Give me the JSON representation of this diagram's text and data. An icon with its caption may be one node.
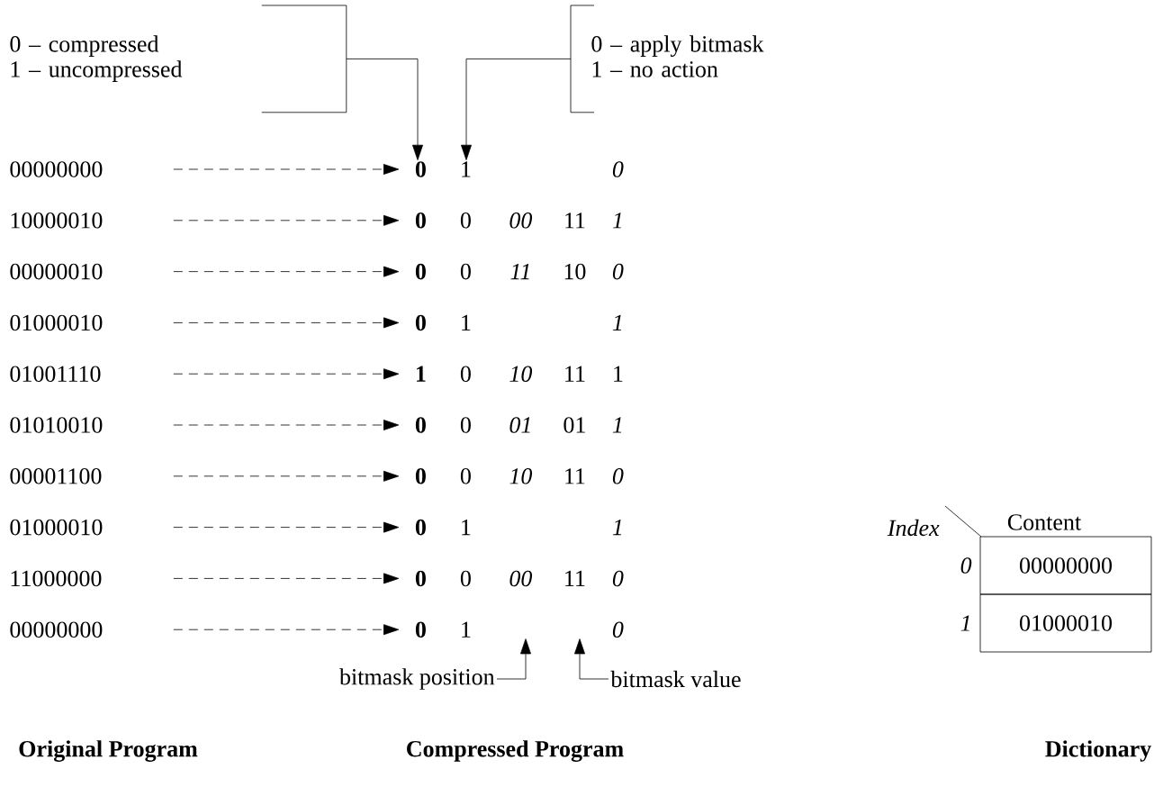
{
  "diagram": {
    "nodes": [
      {
        "text": [
          "0 – compressed",
          "1 – uncompressed"
        ]
      },
      {
        "text": [
          "0 – apply bitmask",
          "1 – no action"
        ]
      },
      {
        "text": [
          "00000000"
        ]
      },
      {
        "text": [
          "10000010"
        ]
      },
      {
        "text": [
          "00000010"
        ]
      },
      {
        "text": [
          "01000010"
        ]
      },
      {
        "text": [
          "01001110"
        ]
      },
      {
        "text": [
          "01010010"
        ]
      },
      {
        "text": [
          "00001100"
        ]
      },
      {
        "text": [
          "01000010"
        ]
      },
      {
        "text": [
          "11000000"
        ]
      },
      {
        "text": [
          "00000000"
        ]
      },
      {
        "text": [
          "**0**",
          "1",
          "*0*"
        ]
      },
      {
        "text": [
          "**0**",
          "0",
          "*00*",
          "11",
          "*1*"
        ]
      },
      {
        "text": [
          "**0**",
          "0",
          "*11*",
          "10",
          "*0*"
        ]
      },
      {
        "text": [
          "**0**",
          "1",
          "*1*"
        ]
      },
      {
        "text": [
          "**1**",
          "0",
          "*10*",
          "11",
          "1"
        ]
      },
      {
        "text": [
          "**0**",
          "0",
          "*01*",
          "01",
          "*1*"
        ]
      },
      {
        "text": [
          "**0**",
          "0",
          "*10*",
          "11",
          "*0*"
        ]
      },
      {
        "text": [
          "**0**",
          "1",
          "*1*"
        ]
      },
      {
        "text": [
          "**0**",
          "0",
          "*00*",
          "11",
          "*0*"
        ]
      },
      {
        "text": [
          "**0**",
          "1",
          "*0*"
        ]
      },
      {
        "text": [
          "bitmask position"
        ]
      },
      {
        "text": [
          "bitmask value"
        ]
      },
      {
        "text": [
          "00000000"
        ]
      },
      {
        "text": [
          "01000010"
        ]
      }
    ],
    "edges": [
      {
        "from": 2,
        "to": 12,
        "arrow": "to",
        "style": "dashed"
      },
      {
        "from": 3,
        "to": 13,
        "arrow": "to",
        "style": "dashed"
      },
      {
        "from": 4,
        "to": 14,
        "arrow": "to",
        "style": "dashed"
      },
      {
        "from": 5,
        "to": 15,
        "arrow": "to",
        "style": "dashed"
      },
      {
        "from": 6,
        "to": 16,
        "arrow": "to",
        "style": "dashed"
      },
      {
        "from": 7,
        "to": 17,
        "arrow": "to",
        "style": "dashed"
      },
      {
        "from": 8,
        "to": 18,
        "arrow": "to",
        "style": "dashed"
      },
      {
        "from": 9,
        "to": 19,
        "arrow": "to",
        "style": "dashed"
      },
      {
        "from": 10,
        "to": 20,
        "arrow": "to",
        "style": "dashed"
      },
      {
        "from": 11,
        "to": 21,
        "arrow": "to",
        "style": "dashed"
      },
      {
        "from": 0,
        "to": 12,
        "arrow": "to"
      },
      {
        "from": 1,
        "to": 12,
        "arrow": "to"
      },
      {
        "from": 22,
        "to": 21,
        "arrow": "to"
      },
      {
        "from": 23,
        "to": 21,
        "arrow": "to"
      }
    ],
    "labels": [
      "Index",
      "Content",
      "0",
      "1",
      "Original Program",
      "Compressed Program",
      "Dictionary"
    ]
  }
}
